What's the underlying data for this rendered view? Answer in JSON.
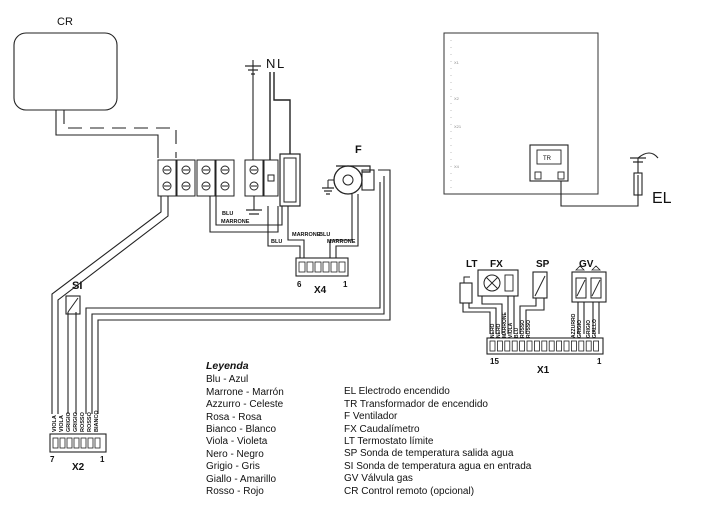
{
  "labels": {
    "cr": "CR",
    "n": "N",
    "l": "L",
    "f": "F",
    "si": "SI",
    "el": "EL",
    "tr": "TR",
    "lt": "LT",
    "fx": "FX",
    "sp": "SP",
    "gv": "GV",
    "x1": "X1",
    "x2": "X2",
    "x4": "X4",
    "x4_left": "6",
    "x4_right": "1",
    "x1_left": "15",
    "x1_right": "1",
    "x2_left": "7",
    "x2_right": "1"
  },
  "wire_labels": {
    "blu_a": "BLU",
    "marrone_a": "MARRONE",
    "marrone_b": "MARRONE",
    "blu_b": "BLU",
    "blu_c": "BLU",
    "marrone_c": "MARRONE"
  },
  "x2_wires": [
    "VIOLA",
    "VIOLA",
    "GRIGIO",
    "GRIGIO",
    "ROSSO",
    "ROSSO",
    "BIANCO"
  ],
  "x1_wires_left": [
    "NERO",
    "NERO",
    "MARRONE",
    "VIOLA",
    "BLU",
    "ROSSO",
    "ROSSO"
  ],
  "x1_wires_right": [
    "AZZURRO",
    "GRIGIO",
    "GRIGIO",
    "GIALLO"
  ],
  "legend": {
    "title": "Leyenda",
    "colors": [
      "Blu - Azul",
      "Marrone - Marrón",
      "Azzurro - Celeste",
      "Rosa - Rosa",
      "Bianco - Blanco",
      "Viola - Violeta",
      "Nero - Negro",
      "Grigio - Gris",
      "Giallo - Amarillo",
      "Rosso - Rojo"
    ],
    "components": [
      "EL Electrodo encendido",
      "TR Transformador de encendido",
      "F Ventilador",
      "FX Caudalímetro",
      "LT Termostato límite",
      "SP Sonda de temperatura salida agua",
      "SI Sonda de temperatura agua en entrada",
      "GV Válvula gas",
      "CR Control remoto (opcional)"
    ]
  }
}
